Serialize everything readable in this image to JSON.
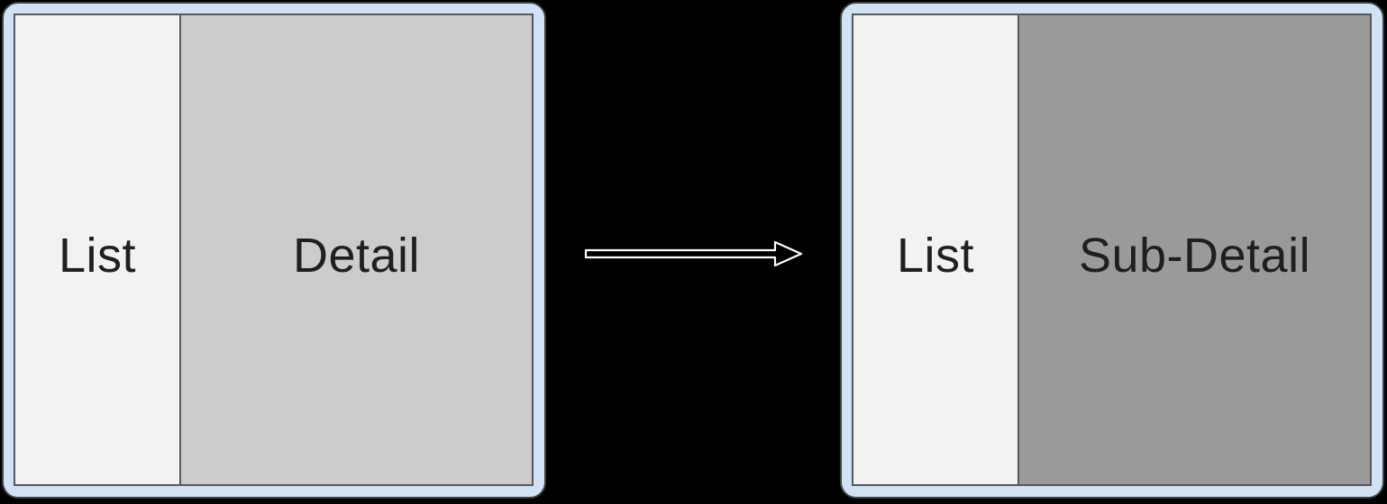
{
  "diagram": {
    "title": "list-detail to list-sub-detail navigation transition",
    "background_color": "#000000",
    "frame_color": "#d0e2f4",
    "frame_border_color": "#3c4043",
    "inner_border_color": "#55585c",
    "text_color": "#1f1f1f",
    "panels": [
      {
        "id": "before",
        "list_label": "List",
        "detail_label": "Detail",
        "list_bg": "#f2f2f2",
        "detail_bg": "#cccccc"
      },
      {
        "id": "after",
        "list_label": "List",
        "detail_label": "Sub-Detail",
        "list_bg": "#f2f2f2",
        "detail_bg": "#9a9a9a"
      }
    ],
    "arrow": {
      "direction": "right",
      "style": "hollow outline arrow",
      "stroke_color": "#ffffff",
      "fill_color": "#000000"
    }
  }
}
